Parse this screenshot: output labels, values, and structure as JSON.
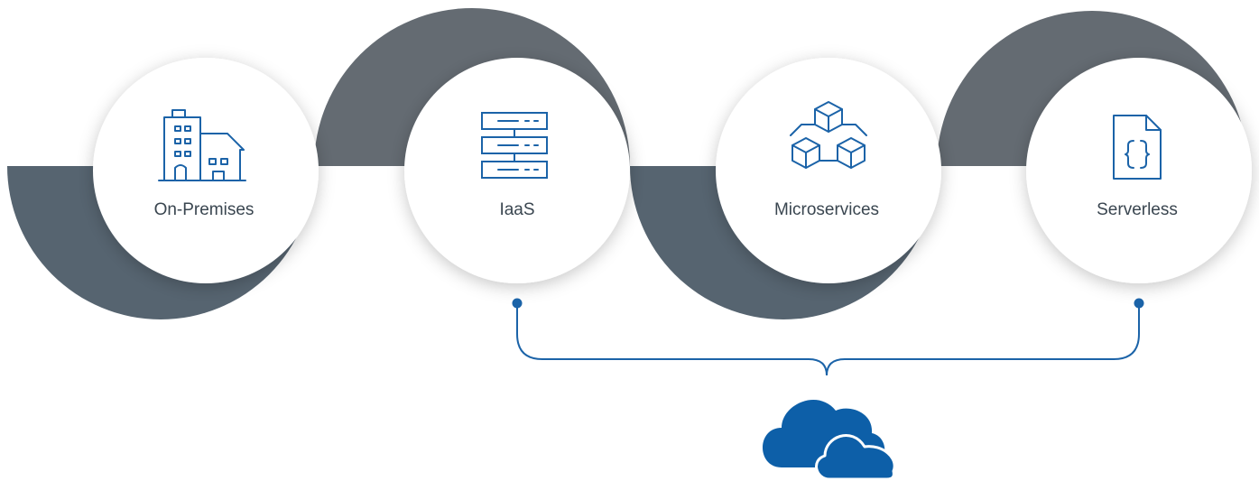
{
  "colors": {
    "arc_dark": "#646b72",
    "arc_slate": "#566470",
    "circle_fill": "#ffffff",
    "icon_stroke": "#1b63a8",
    "connector": "#1b63a8",
    "cloud_fill": "#0d5fa8",
    "label_text": "#3a4650"
  },
  "stages": [
    {
      "label": "On-Premises",
      "icon": "building-icon"
    },
    {
      "label": "IaaS",
      "icon": "server-rack-icon"
    },
    {
      "label": "Microservices",
      "icon": "cubes-icon"
    },
    {
      "label": "Serverless",
      "icon": "code-file-icon"
    }
  ],
  "cloud": {
    "icon": "cloud-icon"
  }
}
